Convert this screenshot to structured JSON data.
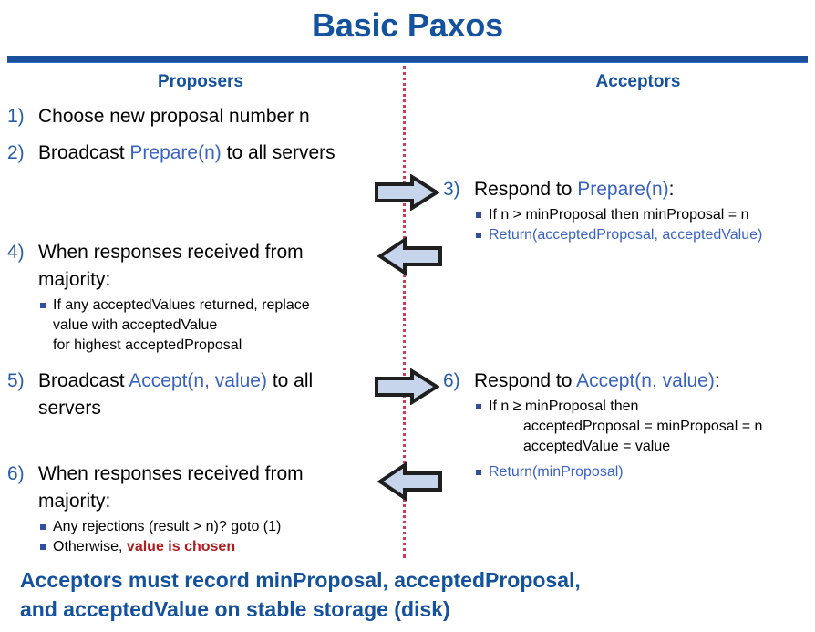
{
  "slide": {
    "title": "Basic Paxos",
    "columns": {
      "left_header": "Proposers",
      "right_header": "Acceptors"
    },
    "footer_line1": "Acceptors must record minProposal, acceptedProposal,",
    "footer_line2": "and acceptedValue on stable storage (disk)"
  },
  "proposers": [
    {
      "num": "1)",
      "text_plain": "Choose new proposal number n",
      "parts": {
        "before": "Choose new proposal number n",
        "highlight": "",
        "after": ""
      },
      "subs": []
    },
    {
      "num": "2)",
      "text_plain": "Broadcast Prepare(n) to all servers",
      "parts": {
        "before": "Broadcast ",
        "highlight": "Prepare(n)",
        "after": " to all servers"
      },
      "subs": []
    },
    {
      "num": "4)",
      "text_plain": "When responses received from majority:",
      "parts": {
        "before": "When responses received from majority:",
        "highlight": "",
        "after": ""
      },
      "subs": [
        {
          "line1": "If any acceptedValues returned, replace",
          "line2": "value with acceptedValue",
          "line3": "for highest acceptedProposal"
        }
      ]
    },
    {
      "num": "5)",
      "text_plain": "Broadcast Accept(n, value) to all servers",
      "parts": {
        "before": "Broadcast ",
        "highlight": "Accept(n, value)",
        "after": " to all servers"
      },
      "subs": []
    },
    {
      "num": "6)",
      "text_plain": "When responses received from majority:",
      "parts": {
        "before": "When responses received from majority:",
        "highlight": "",
        "after": ""
      },
      "subs": [
        {
          "before": "Any rejections (result > n)?  goto (1)",
          "emphasis": "",
          "after": ""
        },
        {
          "before": "Otherwise, ",
          "emphasis": "value is chosen",
          "after": ""
        }
      ]
    }
  ],
  "acceptors": [
    {
      "num": "3)",
      "text_plain": "Respond to Prepare(n):",
      "parts": {
        "before": "Respond to ",
        "highlight": "Prepare(n)",
        "after": ":"
      },
      "subs": [
        {
          "text": "If n > minProposal then minProposal = n",
          "color": "black"
        },
        {
          "text": "Return(acceptedProposal, acceptedValue)",
          "color": "blue"
        }
      ]
    },
    {
      "num": "6)",
      "text_plain": "Respond to Accept(n, value):",
      "parts": {
        "before": "Respond to ",
        "highlight": "Accept(n, value)",
        "after": ":"
      },
      "subs": [
        {
          "line1": "If n ≥ minProposal then",
          "line2": "acceptedProposal = minProposal = n",
          "line3": "acceptedValue = value",
          "color": "black"
        },
        {
          "text": "Return(minProposal)",
          "color": "blue"
        }
      ]
    }
  ],
  "arrows": [
    {
      "name": "prepare-request-arrow",
      "direction": "right"
    },
    {
      "name": "prepare-response-arrow",
      "direction": "left"
    },
    {
      "name": "accept-request-arrow",
      "direction": "right"
    },
    {
      "name": "accept-response-arrow",
      "direction": "left"
    }
  ],
  "colors": {
    "title_blue": "#14529e",
    "rule_blue": "#1a4f9c",
    "code_blue": "#3a63c0",
    "number_blue": "#2a5fa8",
    "divider_red": "#d23c4e",
    "chosen_red": "#b01c20",
    "arrow_fill": "#c6d5ec",
    "arrow_stroke": "#1f1f1f"
  }
}
